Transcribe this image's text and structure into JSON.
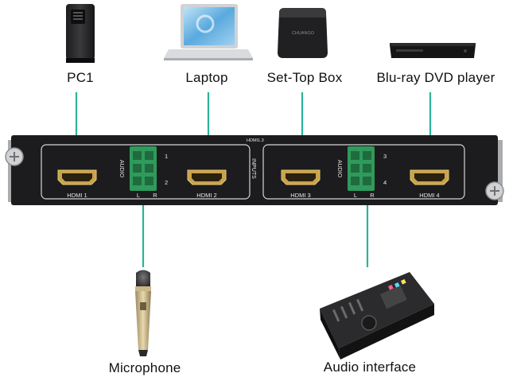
{
  "devices": {
    "pc": "PC1",
    "laptop": "Laptop",
    "stb": "Set-Top Box",
    "bluray": "Blu-ray DVD player",
    "mic": "Microphone",
    "audio_if": "Audio interface"
  },
  "panel": {
    "ports": [
      "HDMI 1",
      "HDMI 2",
      "HDMI 3",
      "HDMI 4"
    ],
    "audio_word": "AUDIO",
    "inputs_word": "INPUTS",
    "hdmi_version": "HDMI1.3",
    "left": "L",
    "right": "R",
    "nums_a": [
      "1",
      "2"
    ],
    "nums_b": [
      "3",
      "4"
    ]
  },
  "stb_brand": "CHUANGO",
  "colors": {
    "connector": "#2bb39a",
    "panel": "#1c1c1e",
    "block": "#2f9a5c"
  }
}
